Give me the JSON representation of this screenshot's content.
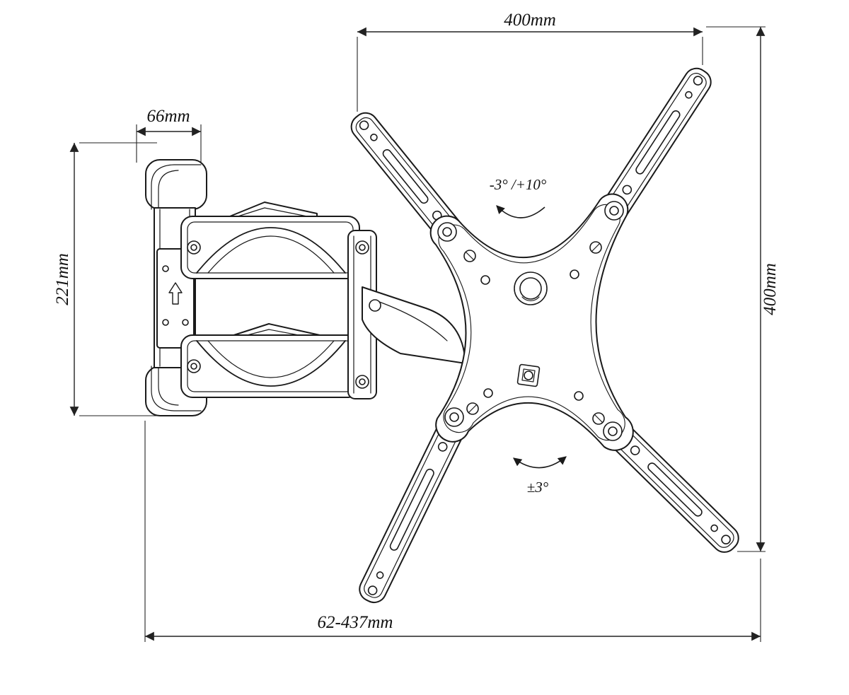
{
  "drawing": {
    "subject": "articulating-tv-wall-mount-technical-drawing"
  },
  "dimensions": {
    "vesa_width": {
      "label": "400mm"
    },
    "plate_width": {
      "label": "66mm"
    },
    "plate_height": {
      "label": "221mm"
    },
    "vesa_height": {
      "label": "400mm"
    },
    "extension_range": {
      "label": "62-437mm"
    },
    "tilt_angle": {
      "label": "-3° /+10°"
    },
    "swivel_angle": {
      "label": "±3°"
    }
  },
  "colors": {
    "line": "#1a1a1a",
    "dimension_line": "#222222",
    "background": "#ffffff"
  }
}
